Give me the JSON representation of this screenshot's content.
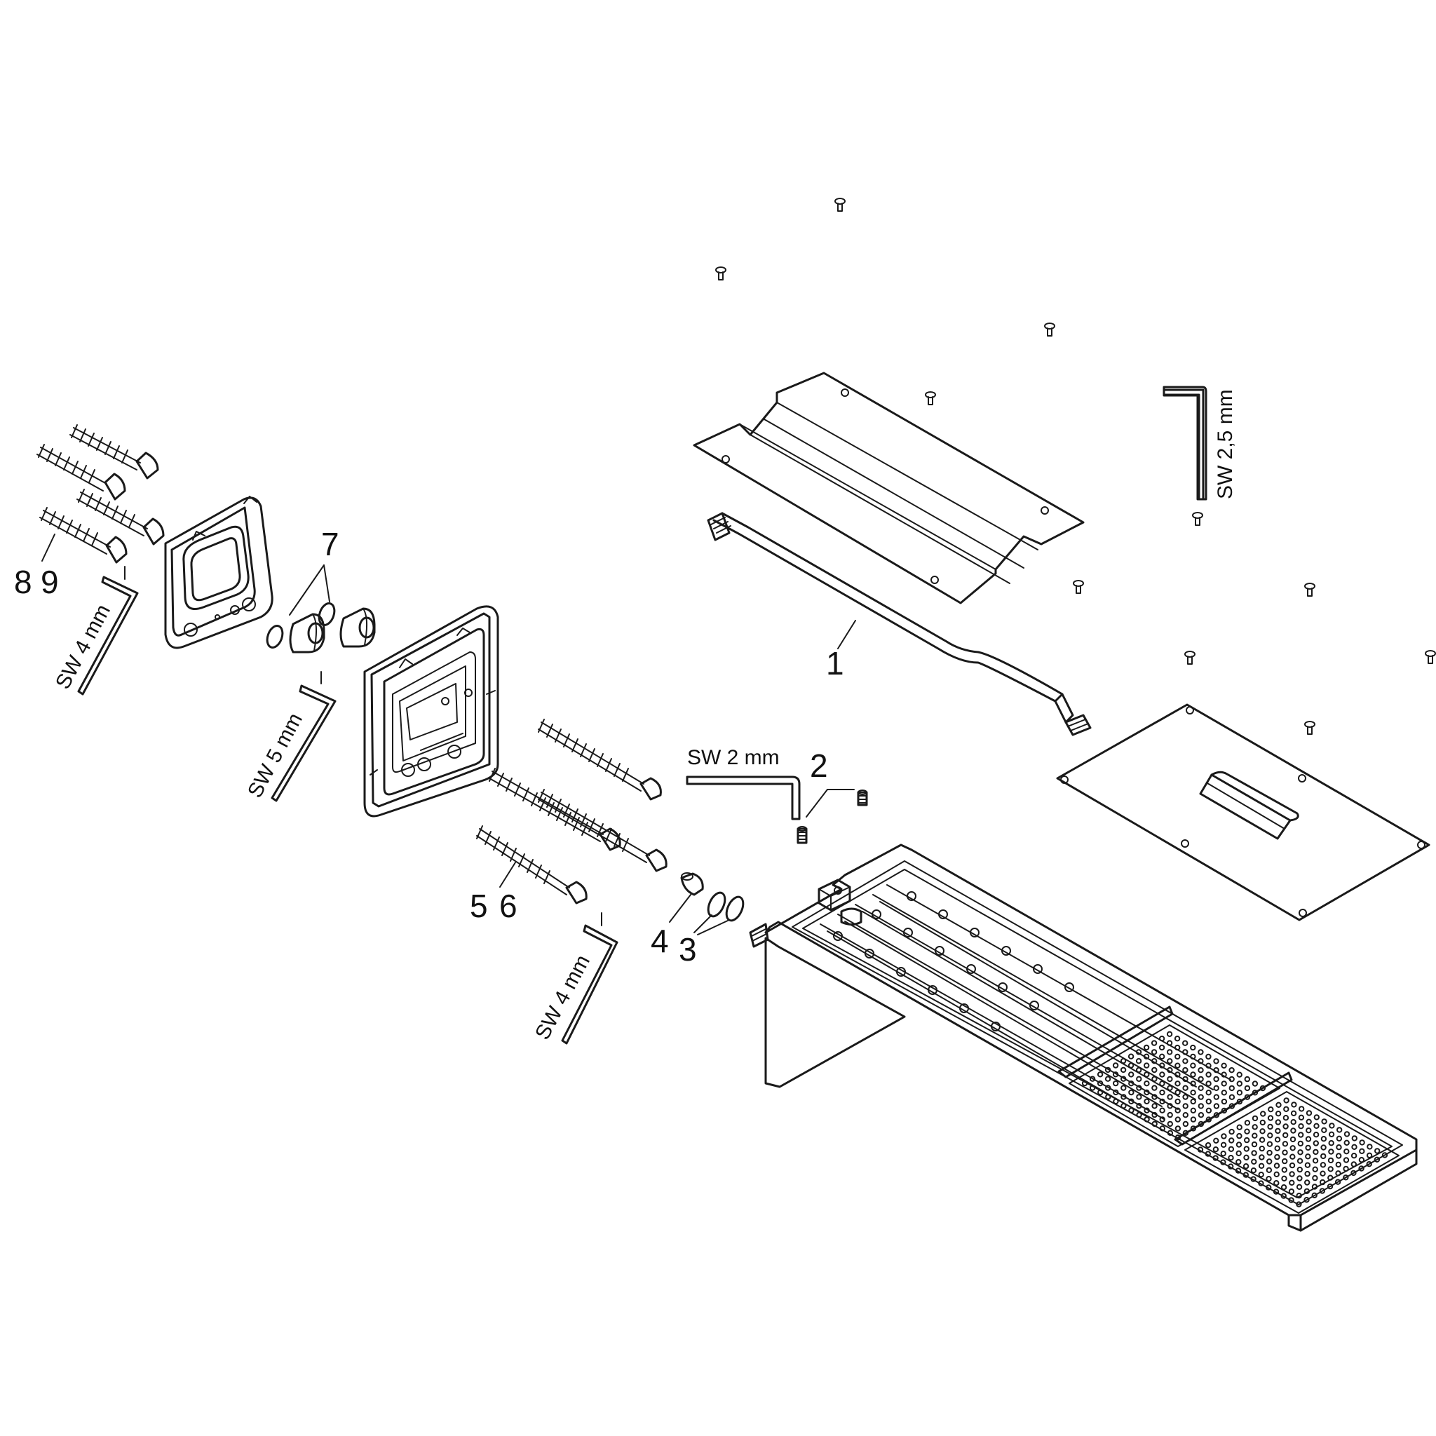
{
  "labels": {
    "p1": "1",
    "p2": "2",
    "p3": "3",
    "p4": "4",
    "p5": "5",
    "p6": "6",
    "p7": "7",
    "p8": "8",
    "p9": "9"
  },
  "tools": {
    "sw25": "SW 2,5 mm",
    "sw2": "SW 2 mm",
    "sw5": "SW 5 mm",
    "sw4_left": "SW 4 mm",
    "sw4_lower": "SW 4 mm"
  },
  "colors": {
    "line": "#1a1a1a",
    "background": "#ffffff"
  }
}
